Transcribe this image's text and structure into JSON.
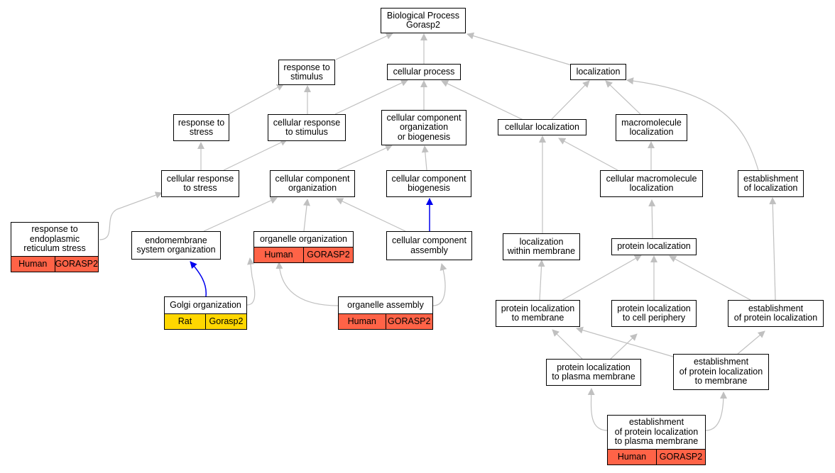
{
  "colors": {
    "edge": "#c0c0c0",
    "highlight_edge": "#0000ee",
    "human": "#ff6347",
    "rat": "#ffd700"
  },
  "nodes": {
    "root": "Biological Process\nGorasp2",
    "response_to_stimulus": "response to\nstimulus",
    "cellular_process": "cellular process",
    "localization": "localization",
    "response_to_stress": "response to\nstress",
    "cellular_response_to_stimulus": "cellular response\nto stimulus",
    "ccob": "cellular component\norganization\nor biogenesis",
    "cellular_localization": "cellular localization",
    "macromolecule_localization": "macromolecule\nlocalization",
    "cellular_response_to_stress": "cellular response\nto stress",
    "cellular_component_organization": "cellular component\norganization",
    "cellular_component_biogenesis": "cellular component\nbiogenesis",
    "cellular_macromolecule_localization": "cellular macromolecule\nlocalization",
    "establishment_of_localization": "establishment\nof localization",
    "response_to_er_stress": "response to\nendoplasmic\nreticulum stress",
    "endomembrane_system_organization": "endomembrane\nsystem organization",
    "organelle_organization": "organelle organization",
    "cellular_component_assembly": "cellular component\nassembly",
    "localization_within_membrane": "localization\nwithin membrane",
    "protein_localization": "protein localization",
    "golgi_organization": "Golgi organization",
    "organelle_assembly": "organelle assembly",
    "protein_localization_to_membrane": "protein localization\nto membrane",
    "protein_localization_to_cell_periphery": "protein localization\nto cell periphery",
    "establishment_of_protein_localization": "establishment\nof protein localization",
    "protein_localization_to_plasma_membrane": "protein localization\nto plasma membrane",
    "establishment_of_protein_localization_to_membrane": "establishment\nof protein localization\nto membrane",
    "establishment_of_protein_localization_to_plasma_membrane": "establishment\nof protein localization\nto plasma membrane"
  },
  "annotations": {
    "response_to_er_stress": [
      "Human",
      "GORASP2"
    ],
    "organelle_organization": [
      "Human",
      "GORASP2"
    ],
    "golgi_organization": [
      "Rat",
      "Gorasp2"
    ],
    "organelle_assembly": [
      "Human",
      "GORASP2"
    ],
    "establishment_of_protein_localization_to_plasma_membrane": [
      "Human",
      "GORASP2"
    ]
  }
}
